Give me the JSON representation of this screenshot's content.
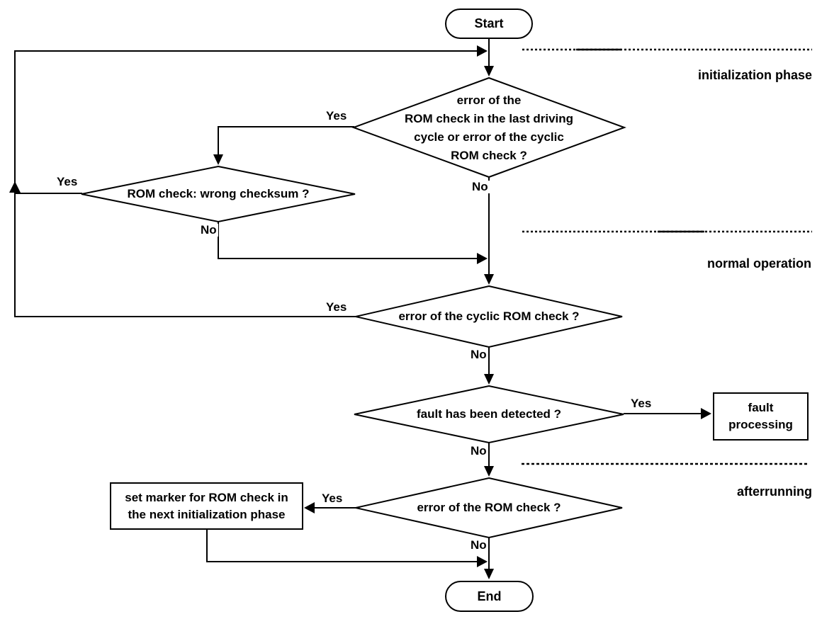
{
  "colors": {
    "line": "#000000",
    "background": "#ffffff",
    "text": "#000000"
  },
  "nodes": {
    "start": "Start",
    "end": "End",
    "decision_init_rom_check": "error of the\nROM check in the last driving\ncycle or error of the cyclic\nROM check ?",
    "decision_wrong_checksum": "ROM check: wrong checksum ?",
    "decision_cyclic_rom_check": "error of the cyclic ROM check ?",
    "decision_fault_detected": "fault has been detected ?",
    "decision_error_rom_check": "error of the ROM check ?",
    "process_fault_processing": "fault\nprocessing",
    "process_set_marker": "set marker for ROM check in\nthe next initialization phase"
  },
  "edge_labels": {
    "init_rom_yes": "Yes",
    "init_rom_no": "No",
    "checksum_yes": "Yes",
    "checksum_no": "No",
    "cyclic_yes": "Yes",
    "cyclic_no": "No",
    "fault_yes": "Yes",
    "fault_no": "No",
    "rom_yes": "Yes",
    "rom_no": "No"
  },
  "phase_labels": {
    "initialization": "initialization phase",
    "normal": "normal operation",
    "afterrunning": "afterrunning"
  }
}
